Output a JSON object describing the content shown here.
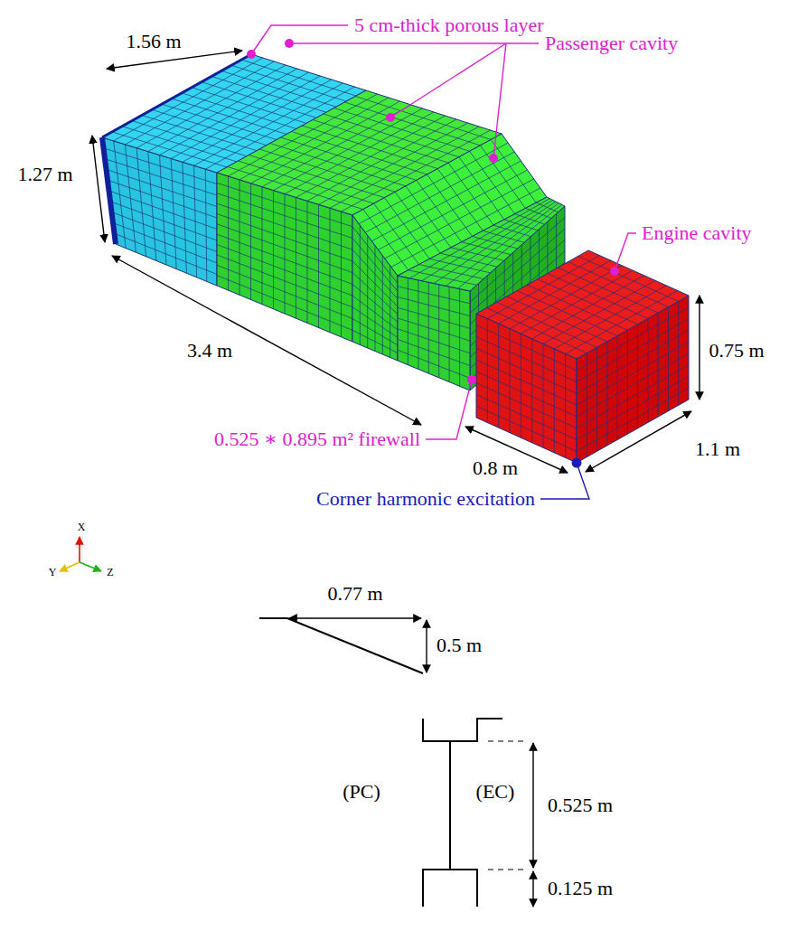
{
  "diagram": {
    "labels": [
      "5 cm-thick porous layer",
      "Passenger cavity",
      "Engine cavity",
      "1.56 m",
      "1.27 m",
      "3.4 m",
      "0.525 ∗ 0.895 m² firewall",
      "0.8 m",
      "1.1 m",
      "0.75 m",
      "Corner harmonic excitation",
      "X",
      "Y",
      "Z",
      "0.77 m",
      "0.5 m",
      "(PC)",
      "(EC)",
      "0.525 m",
      "0.125 m"
    ]
  }
}
